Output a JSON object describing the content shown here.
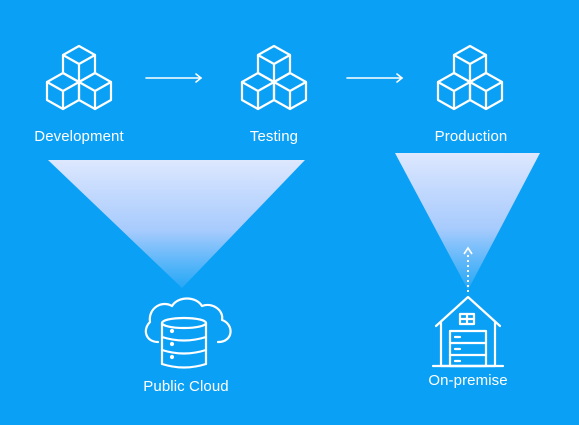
{
  "stages": [
    {
      "label": "Development",
      "icon": "cubes-icon"
    },
    {
      "label": "Testing",
      "icon": "cubes-icon"
    },
    {
      "label": "Production",
      "icon": "cubes-icon"
    }
  ],
  "targets": [
    {
      "label": "Public Cloud",
      "icon": "cloud-database-icon"
    },
    {
      "label": "On-premise",
      "icon": "building-icon"
    }
  ],
  "colors": {
    "background": "#0aa0f5",
    "foreground": "#ffffff",
    "funnel": "#d8dcff"
  }
}
